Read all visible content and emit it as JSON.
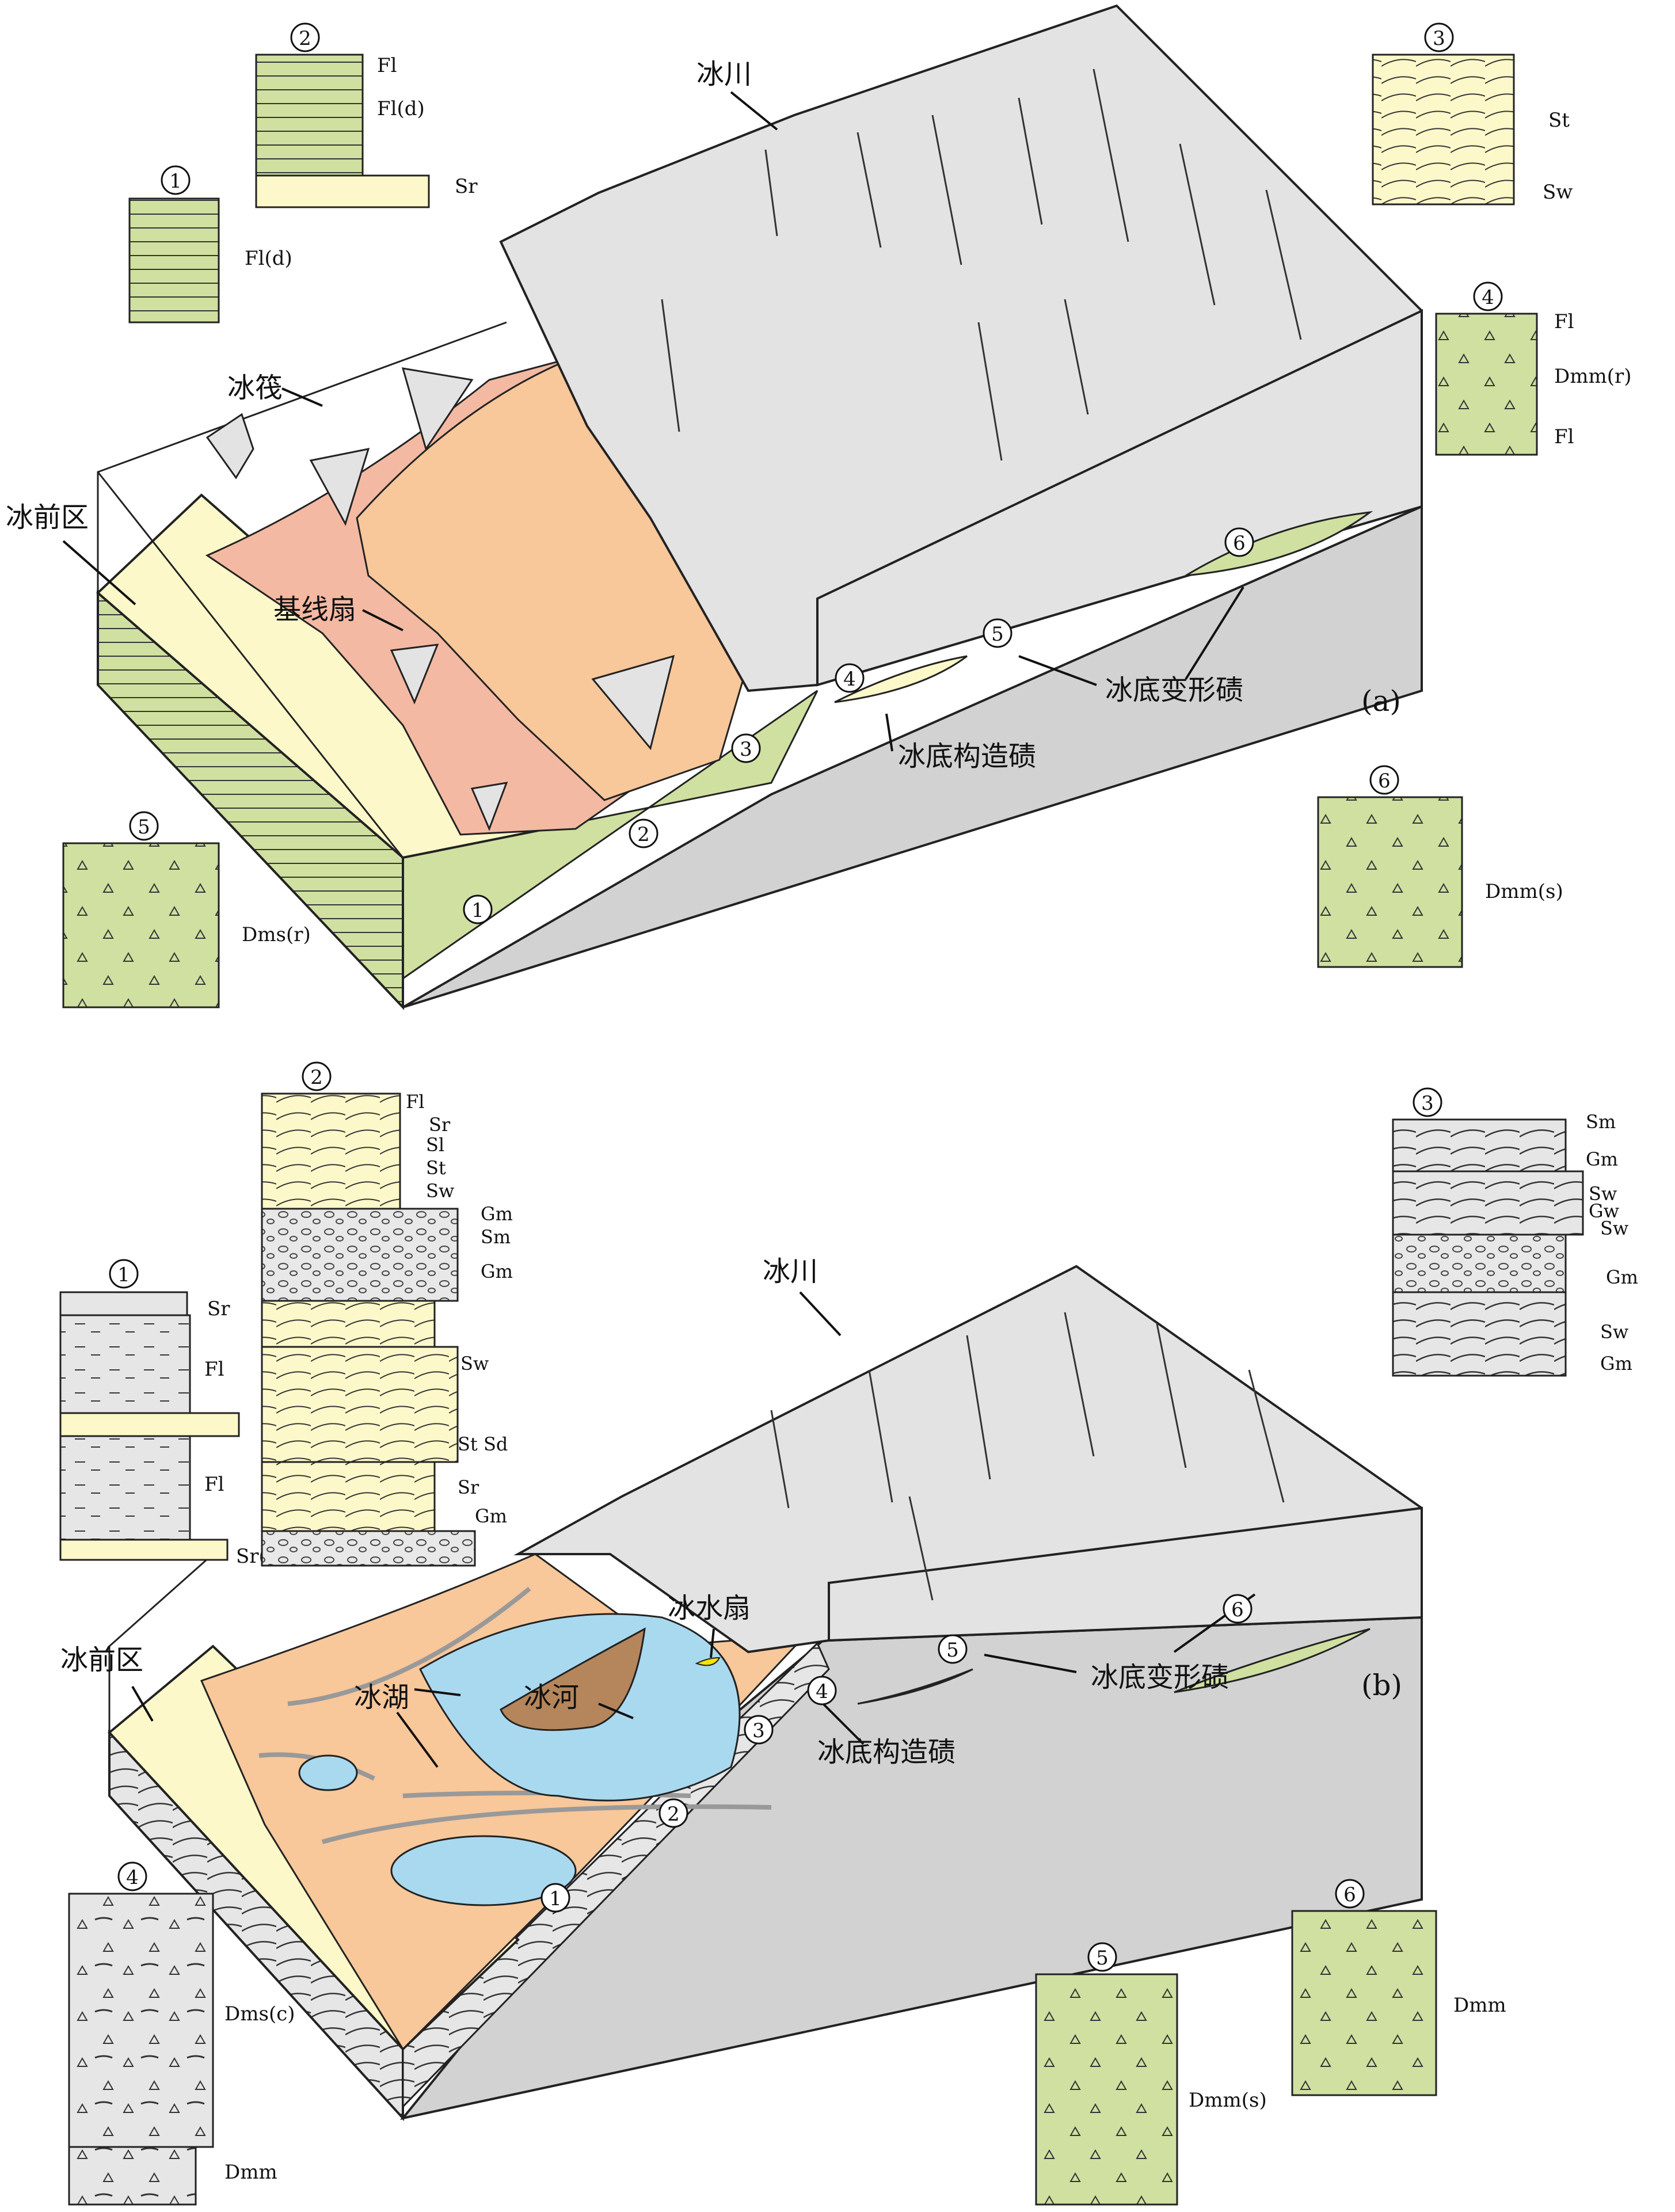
{
  "labels": {
    "glacier": "冰川",
    "proglacial": "冰前区",
    "iceberg": "冰筏",
    "grounding_fan": "基线扇",
    "deformation_till": "冰底变形碛",
    "tectonic_till": "冰底构造碛",
    "outwash_fan": "冰水扇",
    "glacial_lake": "冰湖",
    "glacial_river": "冰河"
  },
  "panels": {
    "a": "(a)",
    "b": "(b)"
  },
  "a_logs": {
    "1": [
      "Fl(d)"
    ],
    "2": [
      "Fl",
      "Fl(d)",
      "Sr"
    ],
    "3": [
      "St",
      "Sw"
    ],
    "4": [
      "Fl",
      "Dmm(r)",
      "Fl"
    ],
    "5": [
      "Dms(r)"
    ],
    "6": [
      "Dmm(s)"
    ]
  },
  "b_logs": {
    "1": [
      "Sr",
      "Fl",
      "Fl",
      "Sr(d)"
    ],
    "2": [
      "Fl",
      "Sr",
      "Sl",
      "St",
      "Sw",
      "Gm",
      "Sm",
      "Gm",
      "Sw",
      "St Sd",
      "Sr",
      "Gm"
    ],
    "3": [
      "Sm",
      "Gm",
      "Sw",
      "Gw",
      "Sw",
      "Gm",
      "Sw",
      "Gm"
    ],
    "4": [
      "Dms(c)",
      "Dmm"
    ],
    "5": [
      "Dmm(s)"
    ],
    "6": [
      "Dmm"
    ]
  },
  "markers": [
    "1",
    "2",
    "3",
    "4",
    "5",
    "6"
  ],
  "colors": {
    "ice": "#e3e3e4",
    "bedrock": "#d2d2d3",
    "green": "#cfe0a1",
    "sand": "#fdf8c9",
    "pink": "#f4b9a2",
    "orange": "#f8c79a",
    "lake": "#a9d9ef",
    "brown": "#b5865c"
  }
}
